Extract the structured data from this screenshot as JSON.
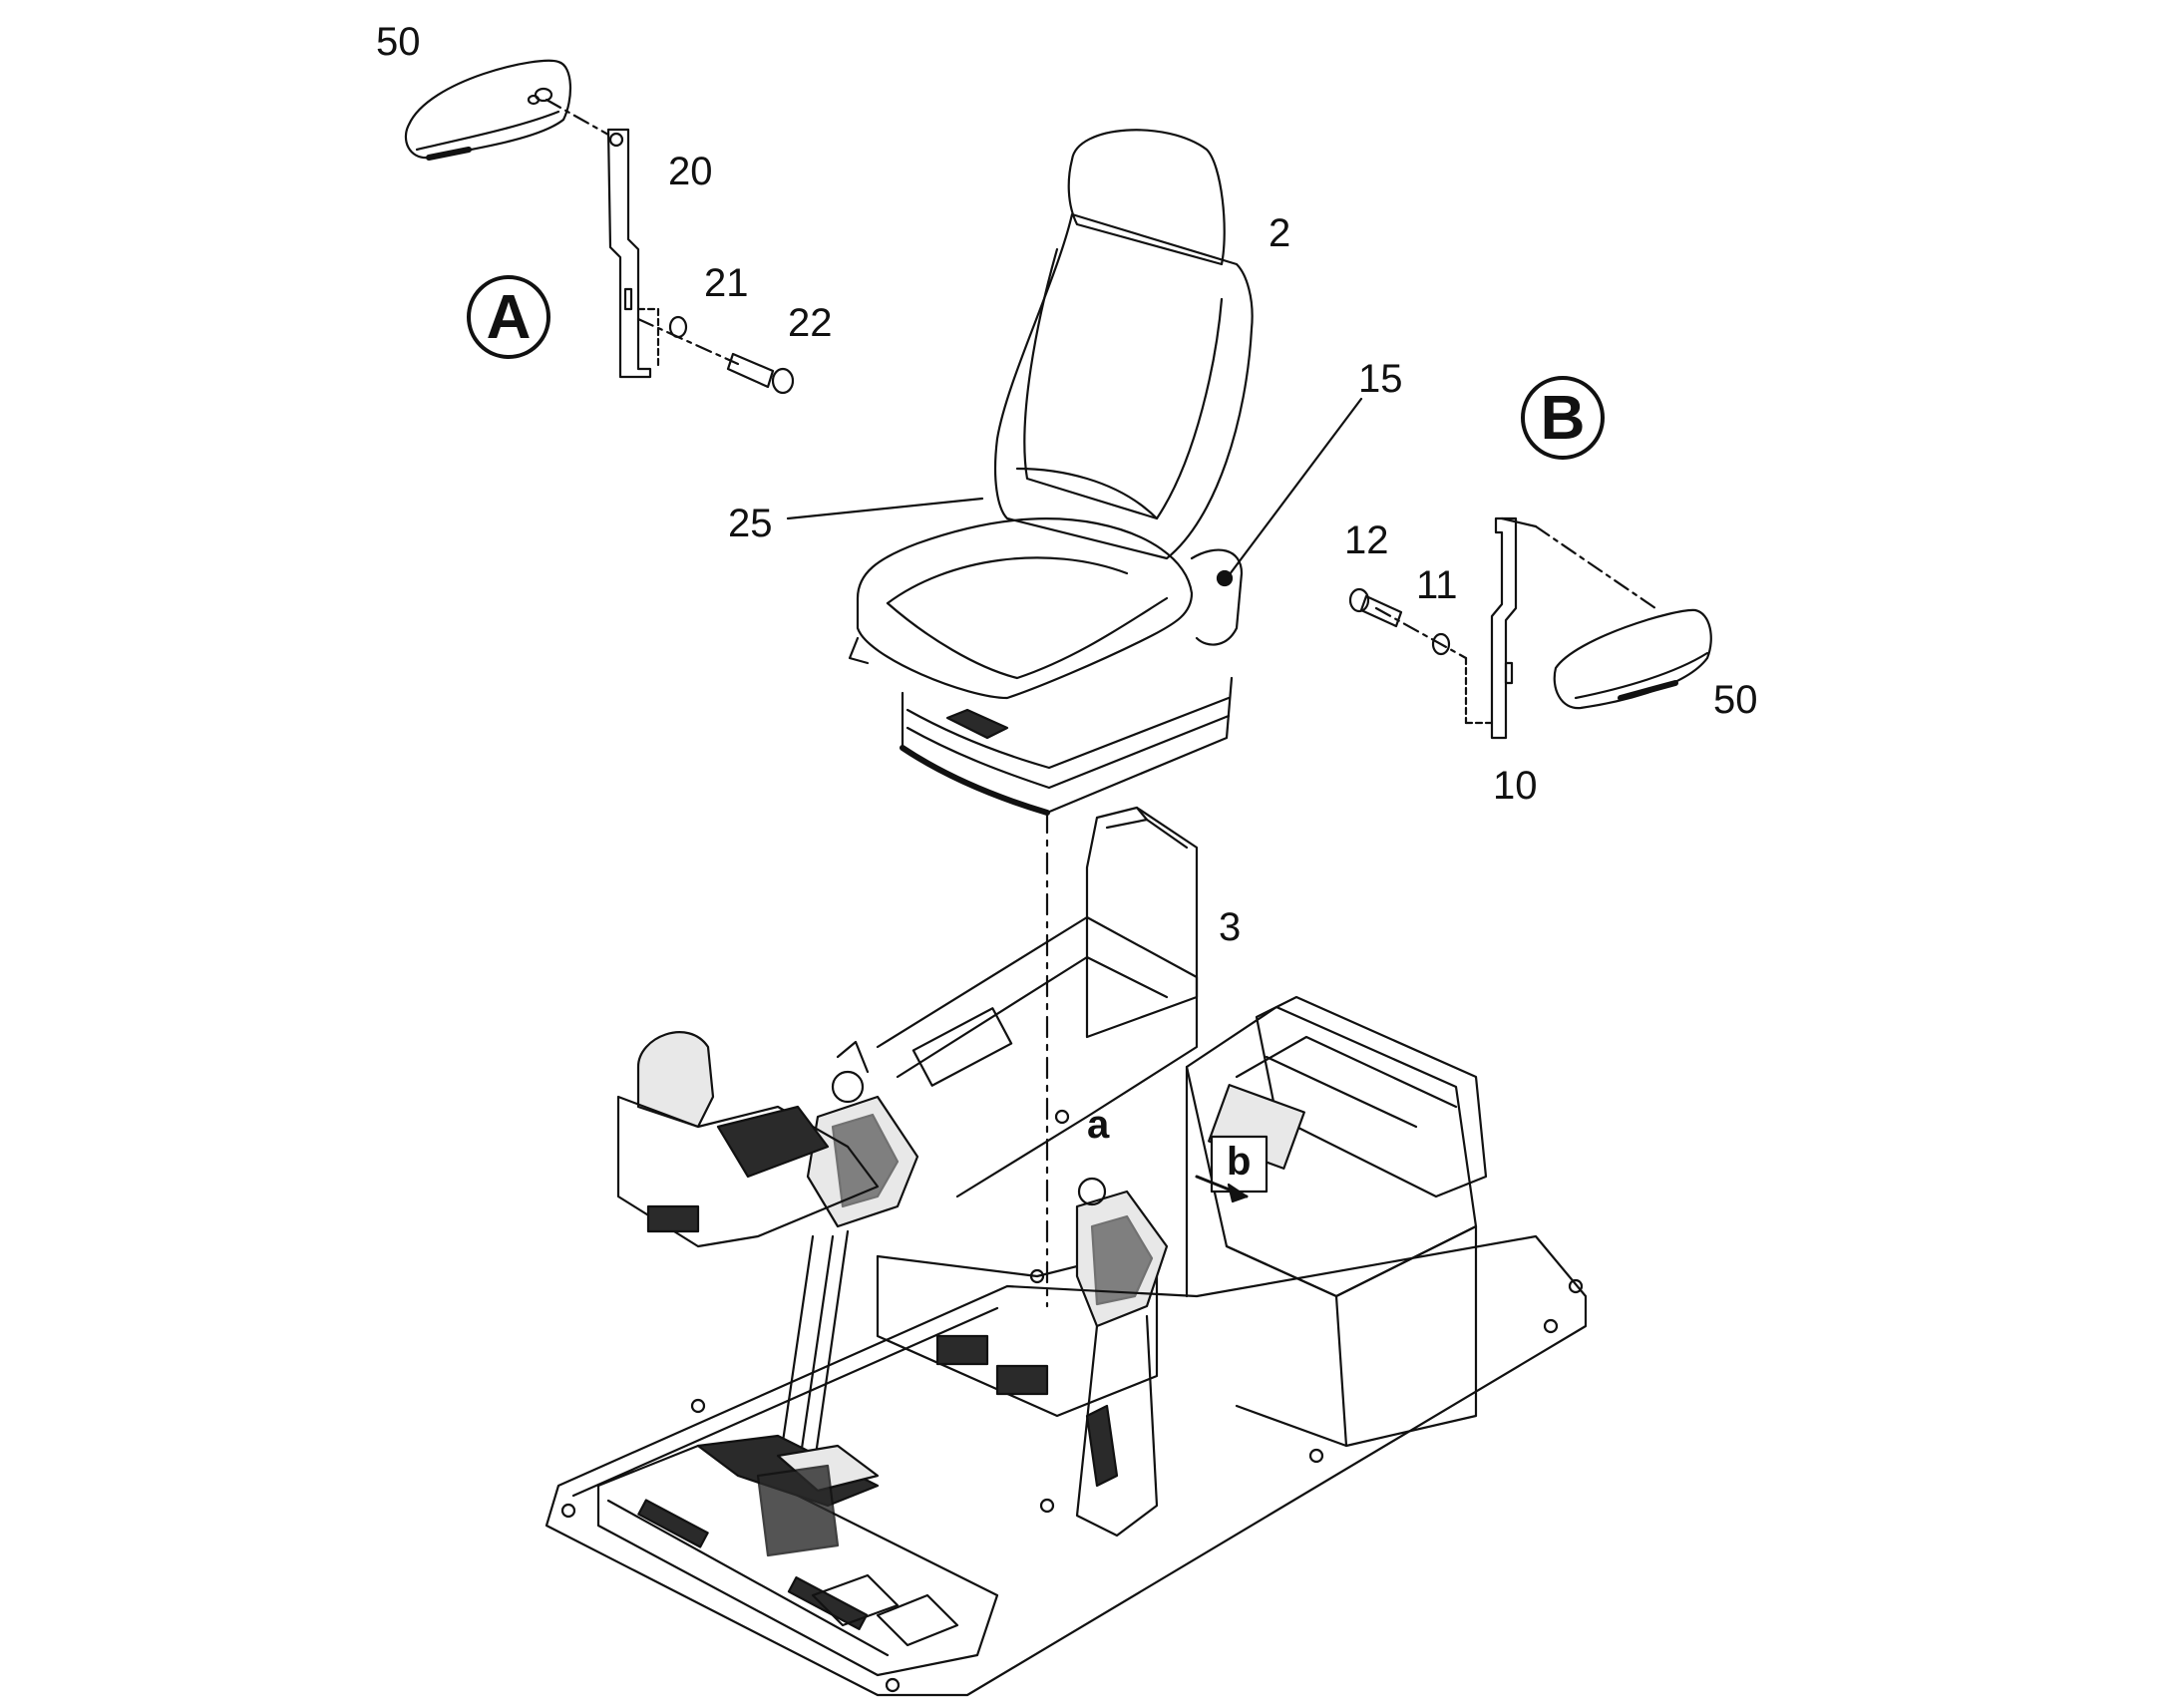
{
  "callouts": {
    "c50a": "50",
    "c20": "20",
    "c21": "21",
    "c22": "22",
    "c2": "2",
    "c15": "15",
    "c25": "25",
    "c12": "12",
    "c11": "11",
    "c50b": "50",
    "c10": "10",
    "c3": "3"
  },
  "details": {
    "a": "A",
    "b": "B"
  },
  "markers": {
    "a": "a",
    "b": "b"
  },
  "colors": {
    "line": "#111111",
    "light_fill": "#e8e8e8",
    "dark_fill": "#2a2a2a"
  }
}
